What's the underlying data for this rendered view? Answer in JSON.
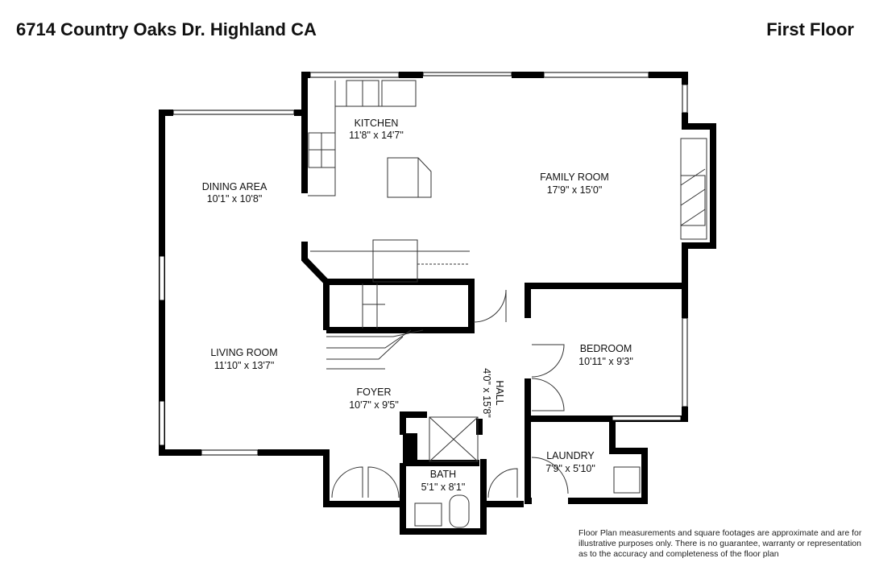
{
  "header": {
    "address": "6714 Country Oaks Dr. Highland CA",
    "floor": "First Floor"
  },
  "rooms": [
    {
      "name": "KITCHEN",
      "size": "11'8\" x 14'7\""
    },
    {
      "name": "FAMILY ROOM",
      "size": "17'9\" x 15'0\""
    },
    {
      "name": "DINING AREA",
      "size": "10'1\" x 10'8\""
    },
    {
      "name": "LIVING ROOM",
      "size": "11'10\" x 13'7\""
    },
    {
      "name": "BEDROOM",
      "size": "10'11\" x 9'3\""
    },
    {
      "name": "FOYER",
      "size": "10'7\" x 9'5\""
    },
    {
      "name": "HALL",
      "size": "4'0\" x 15'8\""
    },
    {
      "name": "LAUNDRY",
      "size": "7'9\" x 5'10\""
    },
    {
      "name": "BATH",
      "size": "5'1\" x 8'1\""
    }
  ],
  "disclaimer": "Floor Plan measurements and square footages are approximate and are for illustrative purposes only. There is no guarantee, warranty or representation as to the accuracy and completeness of the floor plan"
}
